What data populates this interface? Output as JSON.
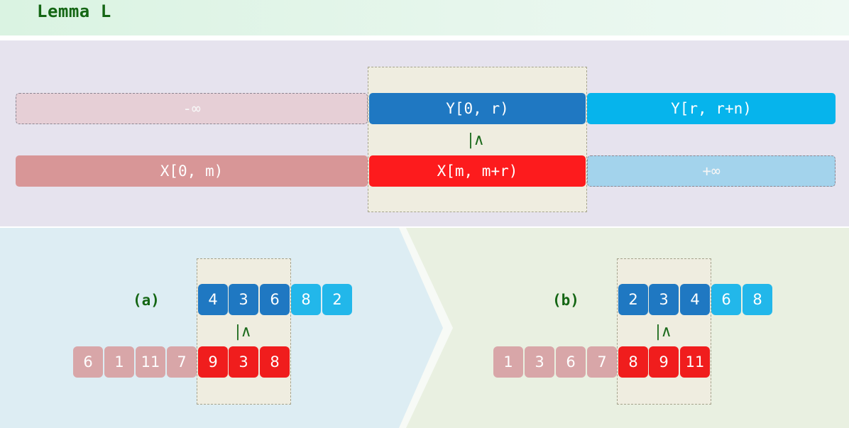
{
  "title": "Lemma L",
  "lemma": {
    "neg_inf": "-∞",
    "y_first": "Y[0, r)",
    "y_second": "Y[r, r+n)",
    "relation": "|∧",
    "x_first": "X[0, m)",
    "x_second": "X[m, m+r)",
    "pos_inf": "+∞"
  },
  "examples": [
    {
      "label": "(a)",
      "y_row": [
        "4",
        "3",
        "6",
        "8",
        "2"
      ],
      "relation": "|∧",
      "x_row": [
        "6",
        "1",
        "11",
        "7",
        "9",
        "3",
        "8"
      ]
    },
    {
      "label": "(b)",
      "y_row": [
        "2",
        "3",
        "4",
        "6",
        "8"
      ],
      "relation": "|∧",
      "x_row": [
        "1",
        "3",
        "6",
        "7",
        "8",
        "9",
        "11"
      ]
    }
  ],
  "colors": {
    "y_highlight": "#1f78c2",
    "y_rest": "#22b7ea",
    "x_rest": "#d8a6a8",
    "x_highlight": "#f01d1d",
    "title_green": "#146614"
  }
}
